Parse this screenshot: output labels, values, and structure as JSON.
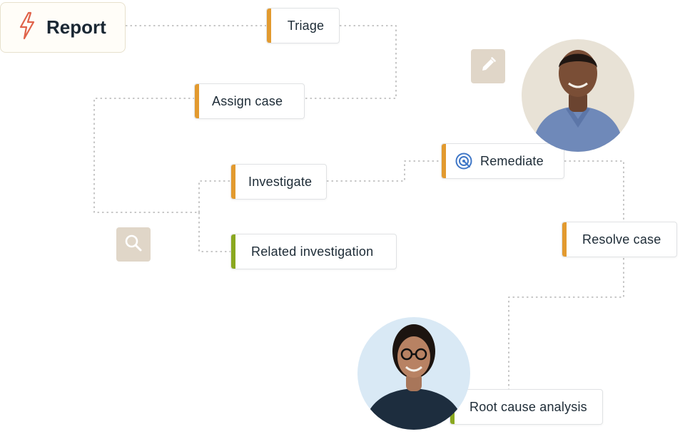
{
  "report": {
    "label": "Report",
    "icon": "lightning-bolt-icon"
  },
  "steps": {
    "triage": "Triage",
    "assign_case": "Assign case",
    "investigate": "Investigate",
    "related_investigation": "Related investigation",
    "remediate": "Remediate",
    "resolve_case": "Resolve case",
    "root_cause_analysis": "Root cause analysis"
  },
  "icons": {
    "edit_tile": "pencil-icon",
    "search_tile": "magnifier-icon",
    "remediate": "target-icon"
  },
  "colors": {
    "step_accent": "#e29a2f",
    "branch_accent": "#8aa81f",
    "icon_tile": "#e0d6c8",
    "connector": "#a7a7a7",
    "report_icon": "#e0634a",
    "remediate_icon": "#3f77c7"
  },
  "people": [
    "man-avatar",
    "woman-avatar"
  ]
}
